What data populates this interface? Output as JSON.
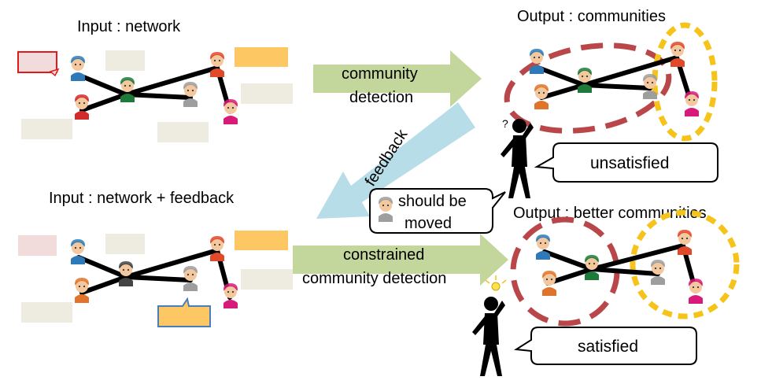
{
  "panels": {
    "top_left_title": "Input : network",
    "top_right_title": "Output : communities",
    "bottom_left_title": "Input : network + feedback",
    "bottom_right_title": "Output : better communities"
  },
  "arrows": {
    "detect_line1": "community",
    "detect_line2": "detection",
    "feedback": "feedback",
    "constrained_line1": "constrained",
    "constrained_line2": "community detection"
  },
  "bubbles": {
    "unsatisfied": "unsatisfied",
    "satisfied": "satisfied",
    "move_line1": "should be",
    "move_line2": "moved"
  },
  "colors": {
    "arrow_green": "#c3d69b",
    "arrow_blue": "#b7dde8",
    "tag_grey": "#eeece1",
    "tag_yellow": "#fdc864",
    "tag_pink": "#f2dcdb",
    "tag_red_border": "#e31a1c",
    "tag_blue_border": "#4a7ebb",
    "community_red": "#b9474a",
    "community_yellow": "#f5c31a"
  }
}
